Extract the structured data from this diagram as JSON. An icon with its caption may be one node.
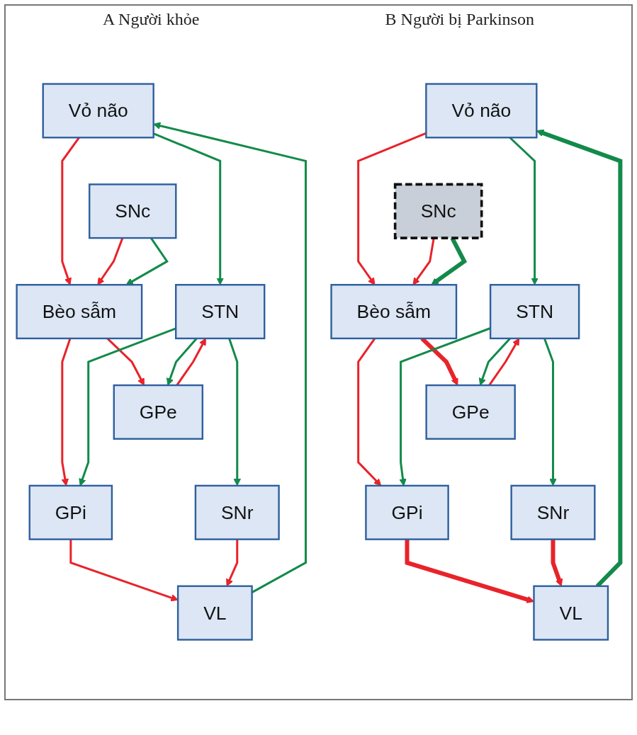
{
  "diagram": {
    "nodes": [
      {
        "text": [
          "Vỏ não"
        ]
      },
      {
        "text": [
          "Bèo sẫm"
        ]
      },
      {
        "text": [
          "SNc"
        ]
      },
      {
        "text": [
          "GPe"
        ]
      },
      {
        "text": [
          "VL"
        ]
      },
      {
        "text": [
          "STN"
        ]
      },
      {
        "text": [
          "GPi"
        ]
      },
      {
        "text": [
          "SNr"
        ]
      },
      {
        "text": [
          "Vỏ não"
        ]
      },
      {
        "text": [
          "Bèo sẫm"
        ]
      },
      {
        "text": [
          "SNc"
        ]
      },
      {
        "text": [
          "GPe"
        ]
      },
      {
        "text": [
          "VL"
        ]
      },
      {
        "text": [
          "STN"
        ]
      },
      {
        "text": [
          "GPi"
        ]
      },
      {
        "text": [
          "SNr"
        ]
      }
    ],
    "edges": [
      {
        "from": 0,
        "to": 5,
        "arrow": "to",
        "color": "#138a4a"
      },
      {
        "from": 0,
        "to": 1,
        "arrow": "to",
        "color": "#e8232a"
      },
      {
        "from": 4,
        "to": 0,
        "arrow": "to",
        "color": "#138a4a"
      },
      {
        "from": 1,
        "to": 3,
        "arrow": "to",
        "color": "#e8232a"
      },
      {
        "from": 2,
        "to": 1,
        "arrow": "to",
        "color": "#e8232a"
      },
      {
        "from": 2,
        "to": 1,
        "arrow": "to",
        "color": "#138a4a"
      },
      {
        "from": 1,
        "to": 6,
        "arrow": "to",
        "color": "#e8232a"
      },
      {
        "from": 3,
        "to": 5,
        "arrow": "to",
        "color": "#e8232a"
      },
      {
        "from": 5,
        "to": 3,
        "arrow": "to",
        "color": "#138a4a"
      },
      {
        "from": 5,
        "to": 6,
        "arrow": "to",
        "color": "#138a4a"
      },
      {
        "from": 5,
        "to": 7,
        "arrow": "to",
        "color": "#138a4a"
      },
      {
        "from": 6,
        "to": 4,
        "arrow": "to",
        "color": "#e8232a"
      },
      {
        "from": 7,
        "to": 4,
        "arrow": "to",
        "color": "#e8232a"
      },
      {
        "from": 8,
        "to": 13,
        "arrow": "to",
        "color": "#138a4a"
      },
      {
        "from": 8,
        "to": 9,
        "arrow": "to",
        "color": "#e8232a"
      },
      {
        "from": 12,
        "to": 8,
        "arrow": "to",
        "style": "thick",
        "color": "#138a4a"
      },
      {
        "from": 9,
        "to": 11,
        "arrow": "to",
        "style": "thick",
        "color": "#e8232a"
      },
      {
        "from": 10,
        "to": 9,
        "arrow": "to",
        "color": "#e8232a"
      },
      {
        "from": 10,
        "to": 9,
        "arrow": "to",
        "style": "thick",
        "color": "#138a4a"
      },
      {
        "from": 9,
        "to": 14,
        "arrow": "to",
        "color": "#e8232a"
      },
      {
        "from": 11,
        "to": 13,
        "arrow": "to",
        "color": "#e8232a"
      },
      {
        "from": 13,
        "to": 11,
        "arrow": "to",
        "color": "#138a4a"
      },
      {
        "from": 13,
        "to": 14,
        "arrow": "to",
        "color": "#138a4a"
      },
      {
        "from": 13,
        "to": 15,
        "arrow": "to",
        "color": "#138a4a"
      },
      {
        "from": 14,
        "to": 12,
        "arrow": "to",
        "style": "thick",
        "color": "#e8232a"
      },
      {
        "from": 15,
        "to": 12,
        "arrow": "to",
        "style": "thick",
        "color": "#e8232a"
      }
    ],
    "labels": [
      "A Người khỏe",
      "B Người bị Parkinson"
    ]
  }
}
